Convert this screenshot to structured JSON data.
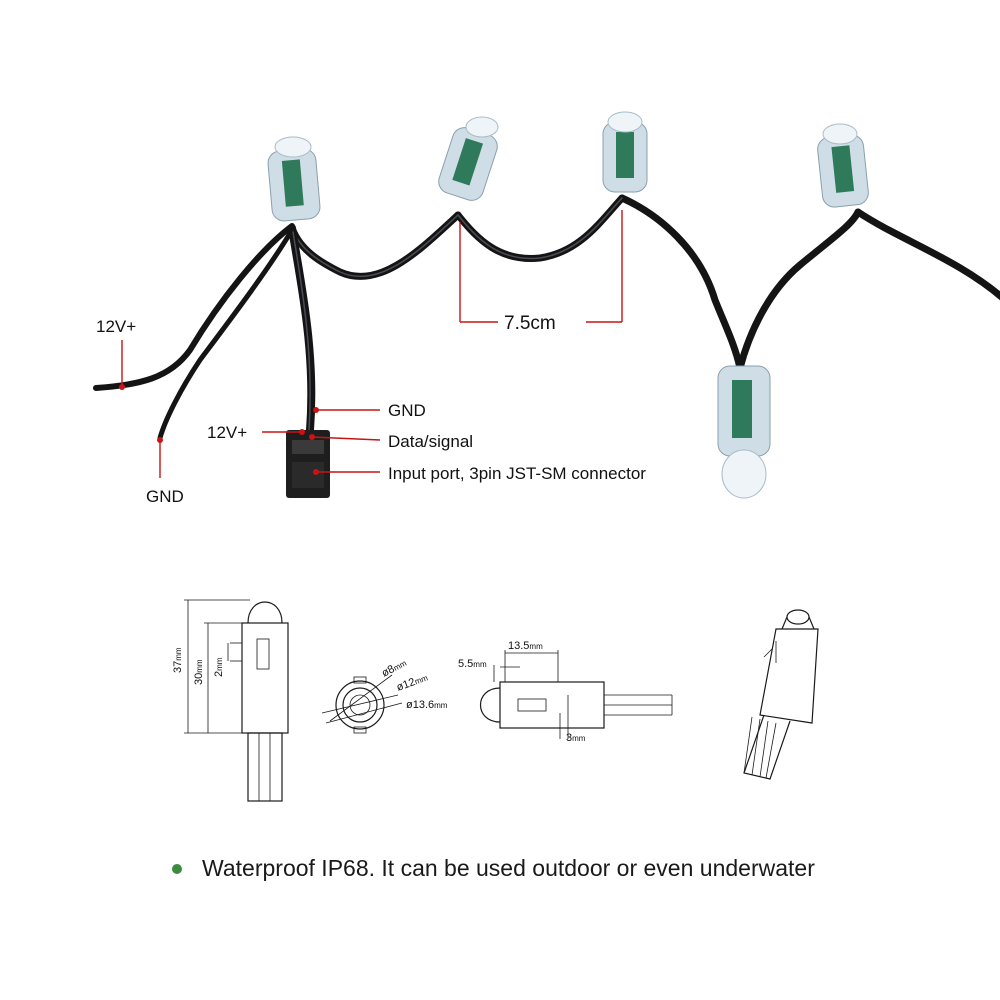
{
  "photo": {
    "labels": {
      "left_power_12v": "12V+",
      "left_ground": "GND",
      "connector_gnd": "GND",
      "connector_12v": "12V+",
      "data_signal": "Data/signal",
      "input_port": "Input port, 3pin JST-SM connector",
      "pixel_spacing": "7.5cm"
    },
    "colors": {
      "leader": "#c81414",
      "cable": "#141414",
      "pixel_board": "#2f7a5a"
    }
  },
  "drawing": {
    "side_view": {
      "height_total": "37",
      "height_body": "30",
      "height_tab": "2",
      "unit": "mm"
    },
    "top_view": {
      "diameter_inner": "ø8",
      "diameter_mid": "ø12",
      "diameter_outer": "ø13.6",
      "unit": "mm"
    },
    "horizontal_view": {
      "offset_left": "5.5",
      "length_body": "13.5",
      "offset_small": "3",
      "unit": "mm"
    }
  },
  "feature": {
    "bullet_color": "#3d8b3d",
    "text": "Waterproof IP68.  It can be used outdoor or even underwater"
  }
}
